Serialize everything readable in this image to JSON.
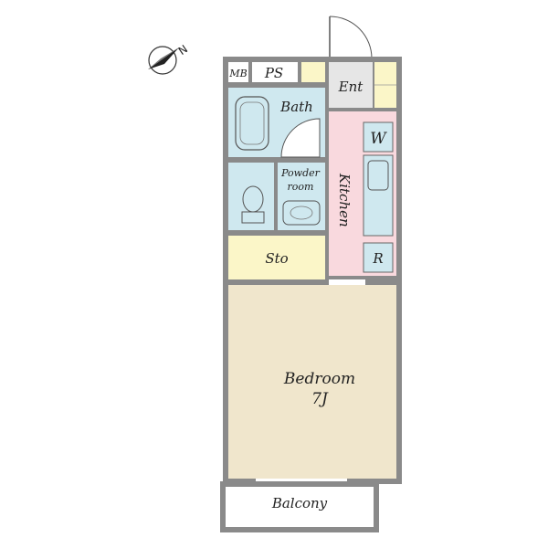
{
  "compass": {
    "label": "N",
    "icon": "north-arrow-icon"
  },
  "rooms": {
    "mb": "MB",
    "ps": "PS",
    "entrance": "Ent",
    "bath": "Bath",
    "washer": "W",
    "powder_room_line1": "Powder",
    "powder_room_line2": "room",
    "kitchen": "Kitchen",
    "storage": "Sto",
    "refrigerator": "R",
    "bedroom": "Bedroom",
    "bedroom_size": "7J",
    "balcony": "Balcony"
  },
  "colors": {
    "wall": "#8a8a8a",
    "wet_area": "#cfe8ef",
    "kitchen": "#f9d9de",
    "storage": "#fbf6c8",
    "entrance": "#e6e6e6",
    "bedroom": "#f0e6cc",
    "balcony": "#ffffff"
  }
}
